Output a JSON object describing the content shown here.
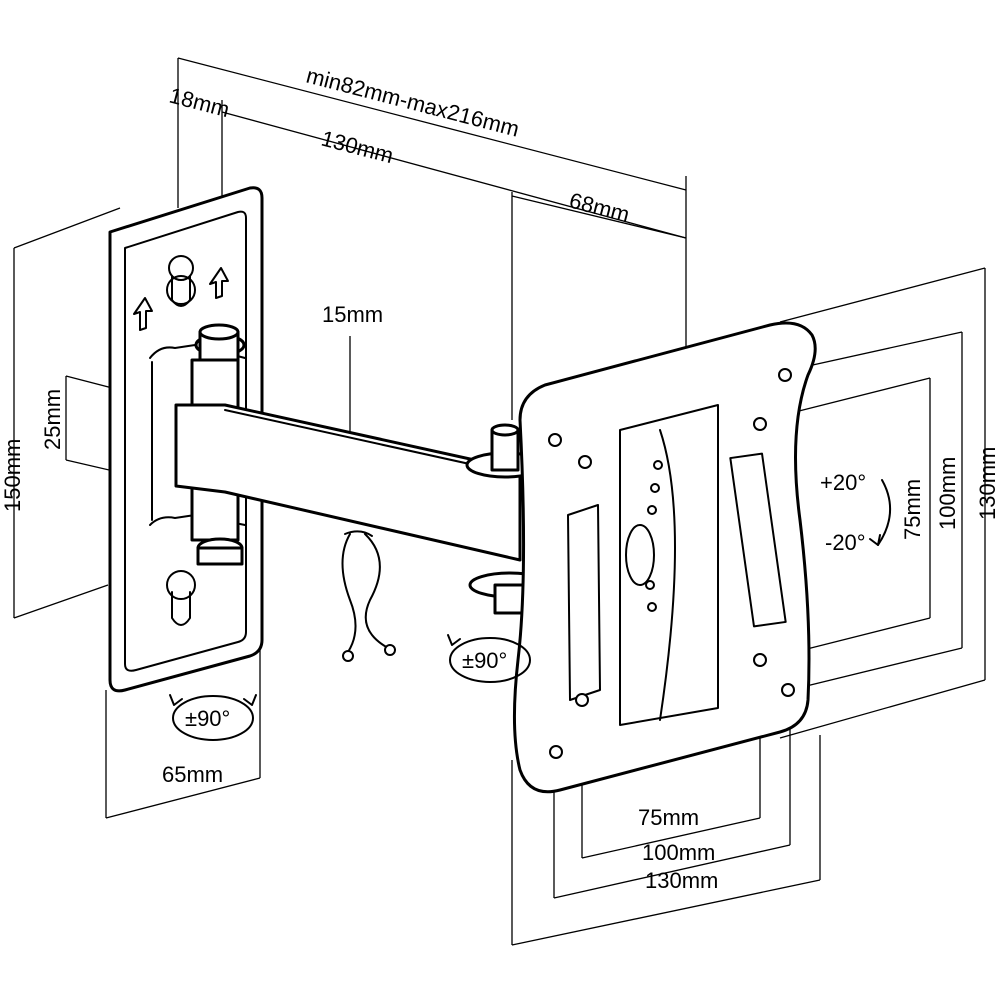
{
  "labels": {
    "extension": "min82mm-max216mm",
    "offset_18": "18mm",
    "arm_130": "130mm",
    "depth_68": "68mm",
    "gap_15": "15mm",
    "arm_25": "25mm",
    "plate_150": "150mm",
    "plate_65": "65mm",
    "tilt_up": "+20°",
    "tilt_down": "-20°",
    "swivel_wall": "±90°",
    "swivel_head": "±90°",
    "vesa_v75": "75mm",
    "vesa_v100": "100mm",
    "vesa_v130": "130mm",
    "vesa_h75": "75mm",
    "vesa_h100": "100mm",
    "vesa_h130": "130mm"
  }
}
